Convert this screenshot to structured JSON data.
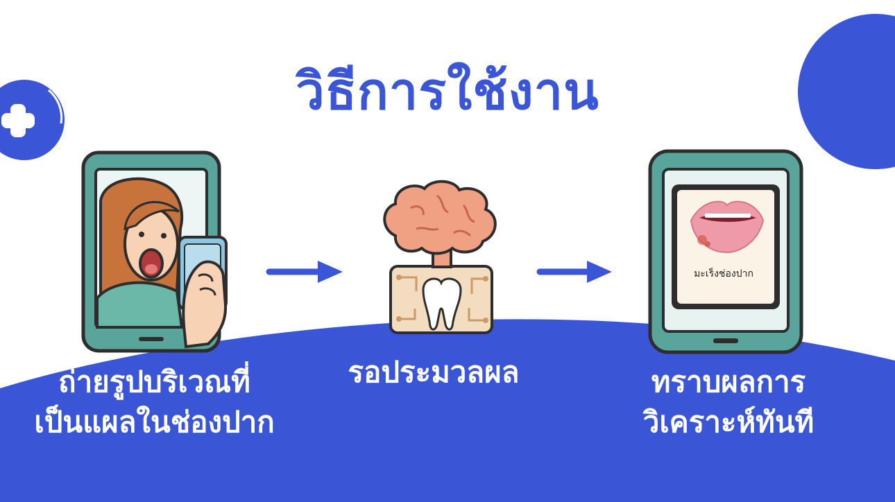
{
  "title": "วิธีการใช้งาน",
  "steps": [
    {
      "line1": "ถ่ายรูปบริเวณที่",
      "line2": "เป็นแผลในช่องปาก",
      "icon": "phone-selfie-icon"
    },
    {
      "line1": "รอประมวลผล",
      "icon": "ai-brain-tooth-icon"
    },
    {
      "line1": "ทราบผลการ",
      "line2": "วิเคราะห์ทันที",
      "icon": "tablet-result-icon"
    }
  ],
  "result_screen": {
    "caption": "มะเร็งช่องปาก"
  },
  "colors": {
    "brand_blue": "#3a56d6",
    "device_teal": "#5aa59b",
    "brain_pink": "#f0a183",
    "chip_beige": "#f4dcc0"
  }
}
